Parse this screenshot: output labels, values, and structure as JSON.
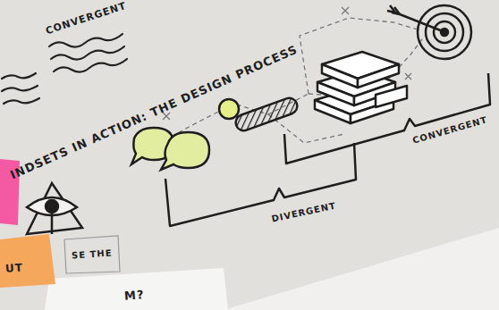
{
  "diagram": {
    "title": "INDSETS IN ACTION: THE DESIGN PROCESS",
    "labels": [
      "CONVERGENT",
      "CONVERGENT",
      "DIVERGENT",
      "SE THE",
      "UT",
      "M?"
    ]
  }
}
